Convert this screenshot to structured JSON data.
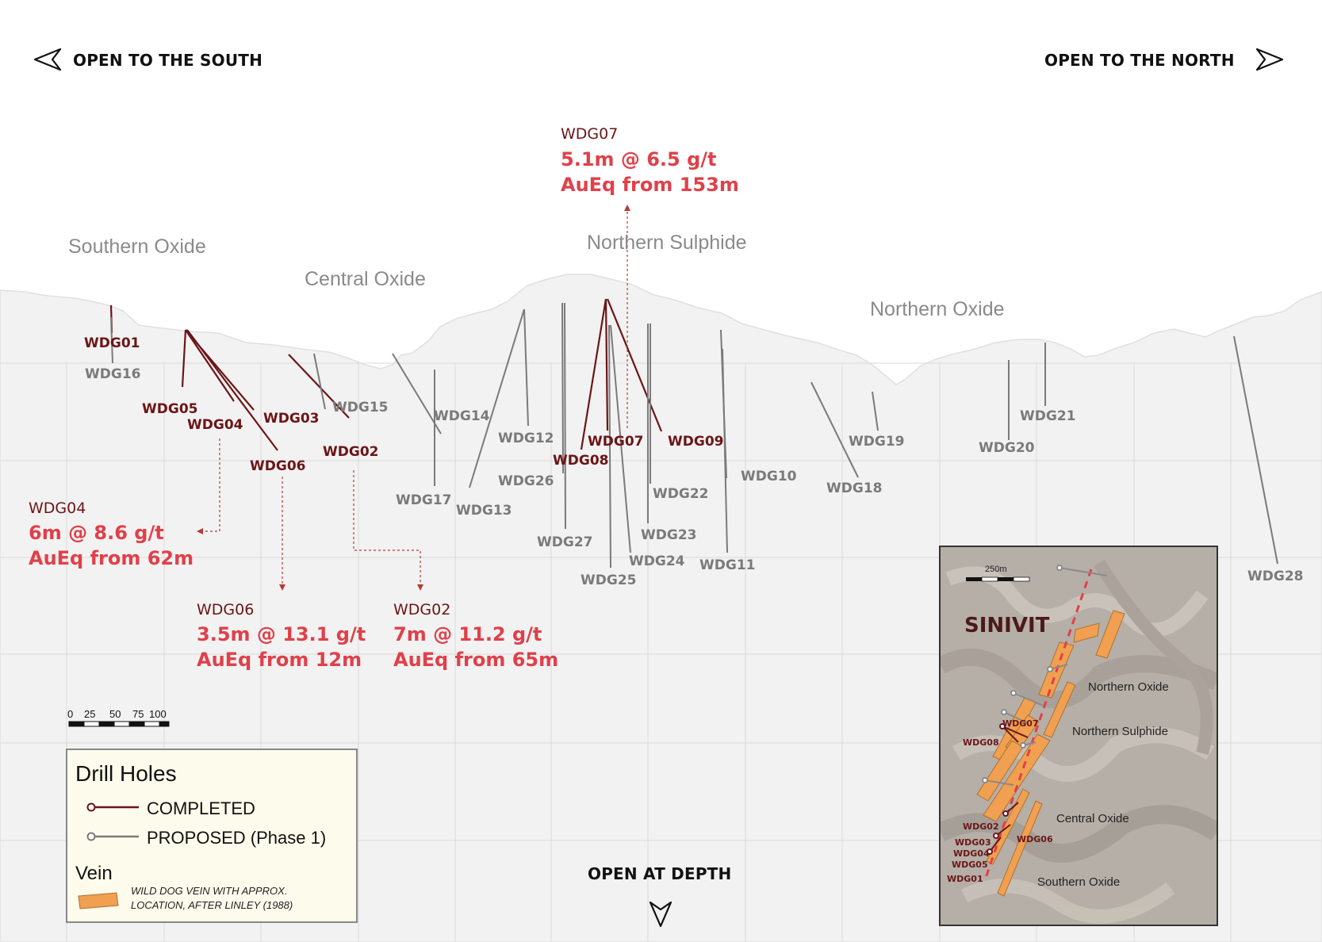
{
  "headers": {
    "south": "OPEN TO THE SOUTH",
    "north": "OPEN TO THE NORTH",
    "depth": "OPEN AT DEPTH"
  },
  "zones": {
    "southern_oxide": "Southern Oxide",
    "central_oxide": "Central Oxide",
    "northern_sulphide": "Northern Sulphide",
    "northern_oxide": "Northern Oxide"
  },
  "holes": {
    "WDG01": "WDG01",
    "WDG02": "WDG02",
    "WDG03": "WDG03",
    "WDG04": "WDG04",
    "WDG05": "WDG05",
    "WDG06": "WDG06",
    "WDG07": "WDG07",
    "WDG08": "WDG08",
    "WDG09": "WDG09",
    "WDG10": "WDG10",
    "WDG11": "WDG11",
    "WDG12": "WDG12",
    "WDG13": "WDG13",
    "WDG14": "WDG14",
    "WDG15": "WDG15",
    "WDG16": "WDG16",
    "WDG17": "WDG17",
    "WDG18": "WDG18",
    "WDG19": "WDG19",
    "WDG20": "WDG20",
    "WDG21": "WDG21",
    "WDG22": "WDG22",
    "WDG23": "WDG23",
    "WDG24": "WDG24",
    "WDG25": "WDG25",
    "WDG26": "WDG26",
    "WDG27": "WDG27",
    "WDG28": "WDG28"
  },
  "results": {
    "wdg07": {
      "hole": "WDG07",
      "line1": "5.1m @ 6.5 g/t",
      "line2": "AuEq from 153m"
    },
    "wdg04": {
      "hole": "WDG04",
      "line1": "6m @ 8.6 g/t",
      "line2": "AuEq from 62m"
    },
    "wdg06": {
      "hole": "WDG06",
      "line1": "3.5m @ 13.1 g/t",
      "line2": "AuEq from 12m"
    },
    "wdg02": {
      "hole": "WDG02",
      "line1": "7m @ 11.2 g/t",
      "line2": "AuEq from 65m"
    }
  },
  "scale_bar": {
    "t0": "0",
    "t25": "25",
    "t50": "50",
    "t75": "75",
    "t100": "100"
  },
  "legend": {
    "title": "Drill Holes",
    "completed": "COMPLETED",
    "proposed": "PROPOSED (Phase 1)",
    "vein_title": "Vein",
    "vein_line1": "WILD DOG VEIN WITH APPROX.",
    "vein_line2": "LOCATION, AFTER LINLEY (1988)"
  },
  "inset": {
    "title": "SINIVIT",
    "scale": "250m",
    "northern_oxide": "Northern Oxide",
    "northern_sulphide": "Northern Sulphide",
    "central_oxide": "Central Oxide",
    "southern_oxide": "Southern Oxide",
    "holes": {
      "WDG07": "WDG07",
      "WDG08": "WDG08",
      "WDG02": "WDG02",
      "WDG03": "WDG03",
      "WDG04": "WDG04",
      "WDG05": "WDG05",
      "WDG06": "WDG06",
      "WDG01": "WDG01"
    }
  },
  "colors": {
    "completed": "#6b1517",
    "proposed": "#7a7a7a",
    "result": "#e0404a",
    "vein": "#f0a050",
    "ground": "#f2f2f2"
  }
}
